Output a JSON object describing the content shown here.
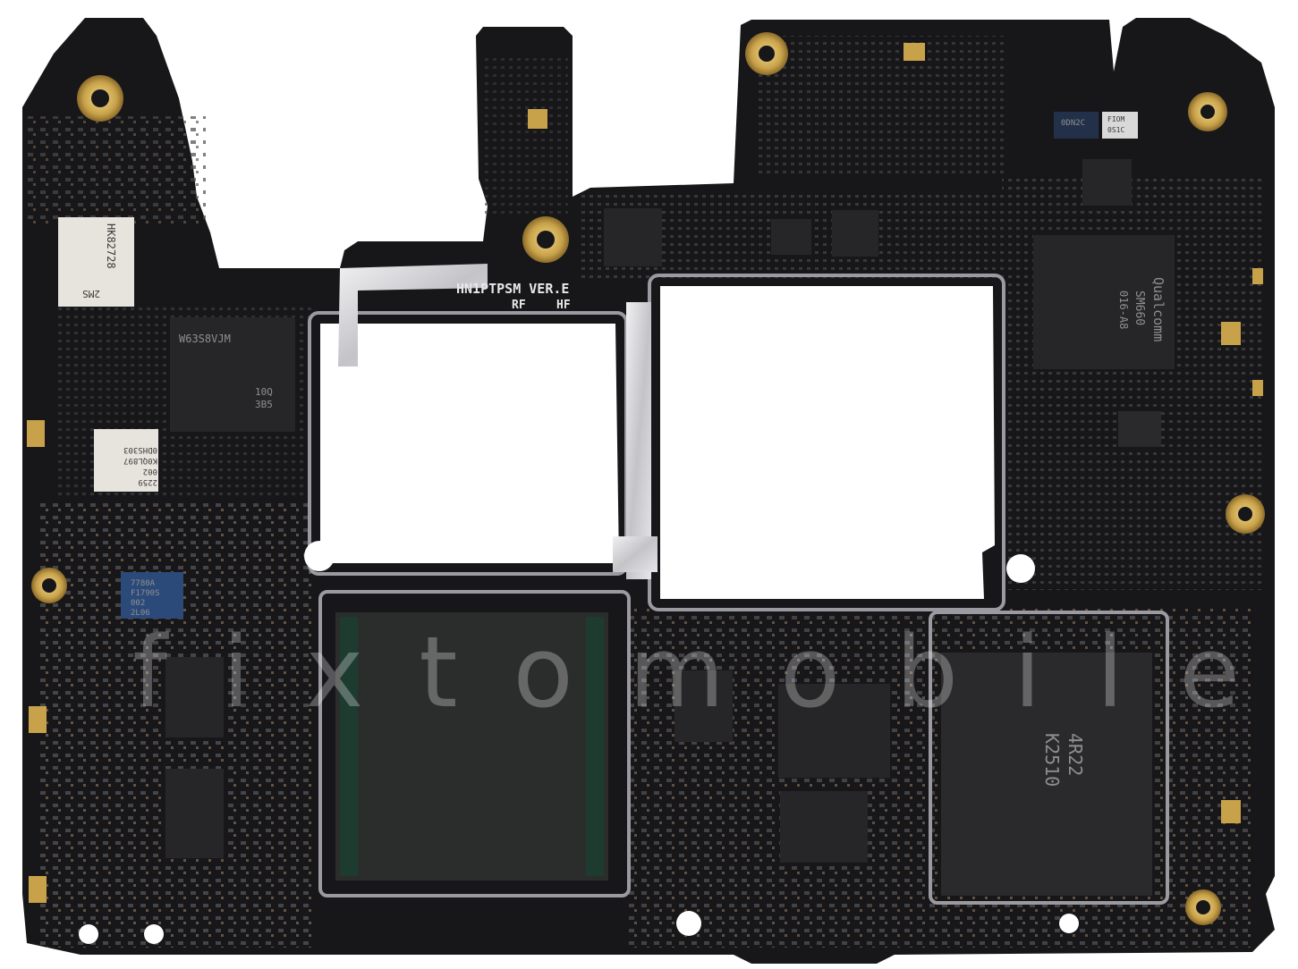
{
  "board": {
    "silkscreen_model": "HN1PTPSM VER.E",
    "silkscreen_rf": "RF",
    "silkscreen_hf": "HF"
  },
  "chips": {
    "rf_module_top": "HK82728",
    "rf_module_bottom": "2MS",
    "pmic_left_line1": "W63S8VJM",
    "pmic_left_line2": "10Q",
    "pmic_left_line3": "3B5",
    "label_chip_line1": "2259",
    "label_chip_line2": "002",
    "label_chip_line3": "K0QL897",
    "label_chip_line4": "0DHS303",
    "blue_chip_line1": "7780A",
    "blue_chip_line2": "F1790S",
    "blue_chip_line3": "002",
    "blue_chip_line4": "2L06",
    "qualcomm_brand": "Qualcomm",
    "qualcomm_model": "SM660",
    "qualcomm_code": "016-A8",
    "small_chip_a": "0DN2C",
    "small_chip_b": "FIOM",
    "small_chip_c": "0S1C",
    "soc_line1": "4R22",
    "soc_line2": "K2510"
  },
  "watermark": {
    "text": "fixtomobile"
  },
  "colors": {
    "pcb": "#17171a",
    "shield_metal": "#d8d8dc",
    "gold_pad": "#c8a24a",
    "copper_pad": "#d98a5a",
    "chip_black": "#262628",
    "cutout": "#ffffff"
  }
}
